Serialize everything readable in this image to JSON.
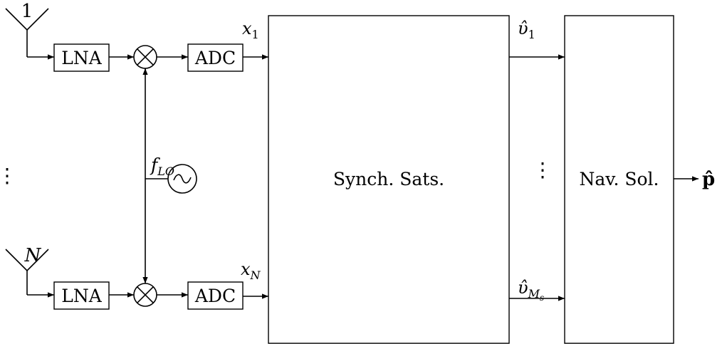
{
  "antennas": {
    "top_label": "1",
    "bottom_label": "N"
  },
  "blocks": {
    "lna_label": "LNA",
    "adc_label": "ADC",
    "synch_label": "Synch. Sats.",
    "nav_label": "Nav. Sol."
  },
  "oscillator": {
    "label_base": "f",
    "label_sub": "LO",
    "symbol": "~"
  },
  "signals": {
    "x_top_base": "x",
    "x_top_sub": "1",
    "x_bottom_base": "x",
    "x_bottom_sub": "N",
    "v_top_base": "υ̂",
    "v_top_sub": "1",
    "v_bottom_base": "υ̂",
    "v_bottom_sub": "M",
    "v_bottom_subsub": "s",
    "output_label": "p̂"
  },
  "ellipsis": "⋮"
}
